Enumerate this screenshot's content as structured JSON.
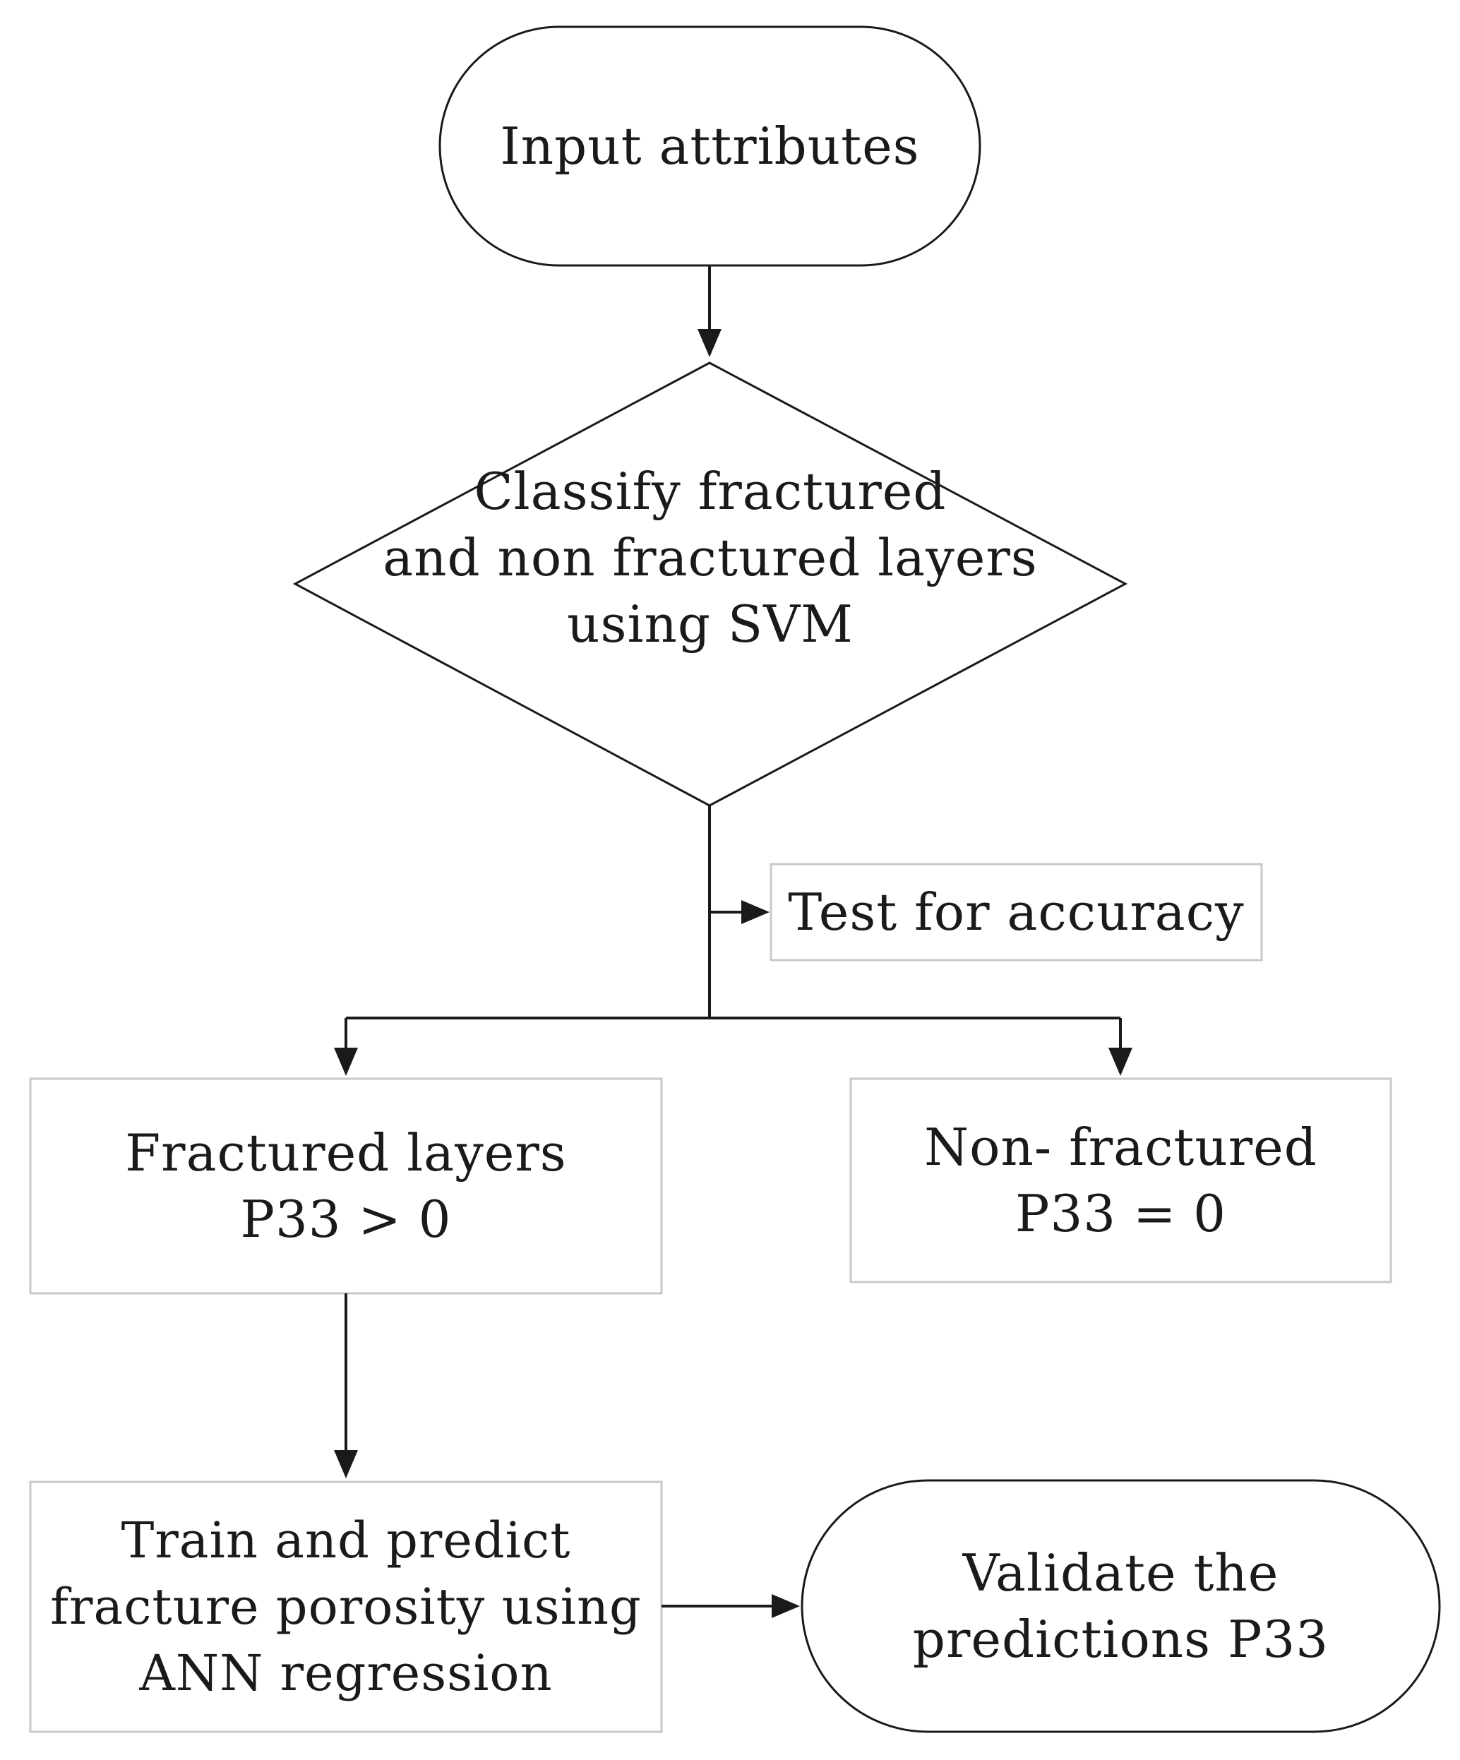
{
  "nodes": {
    "input": {
      "lines": [
        "Input attributes"
      ]
    },
    "classify": {
      "lines": [
        "Classify fractured",
        "and non fractured layers",
        "using SVM"
      ]
    },
    "test": {
      "lines": [
        "Test for accuracy"
      ]
    },
    "fractured": {
      "lines": [
        "Fractured layers",
        "P33 > 0"
      ]
    },
    "nonfractured": {
      "lines": [
        "Non- fractured",
        "P33 = 0"
      ]
    },
    "train": {
      "lines": [
        "Train and predict",
        "fracture porosity using",
        "ANN regression"
      ]
    },
    "validate": {
      "lines": [
        "Validate the",
        "predictions P33"
      ]
    }
  },
  "colors": {
    "stroke": "#1a1a1a",
    "light_border": "#c8c8c8",
    "background": "#ffffff"
  }
}
